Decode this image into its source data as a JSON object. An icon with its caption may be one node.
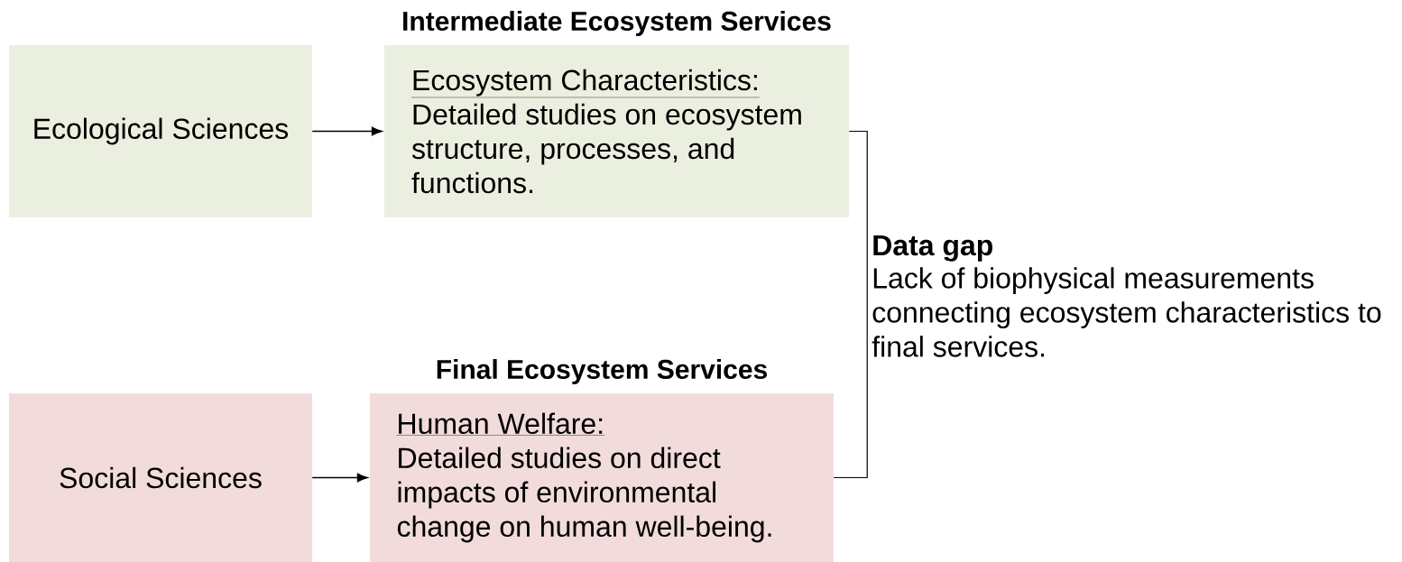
{
  "diagram": {
    "nodes": [
      {
        "text": [
          "Ecological Sciences"
        ]
      },
      {
        "text": [
          "Intermediate Ecosystem Services",
          "Ecosystem Characteristics:",
          "Detailed studies on ecosystem structure, processes, and functions."
        ]
      },
      {
        "text": [
          "Social Sciences"
        ]
      },
      {
        "text": [
          "Final Ecosystem Services",
          "Human Welfare:",
          "Detailed studies on direct impacts of environmental change on human well-being."
        ]
      }
    ],
    "edges": [
      {
        "from": 0,
        "to": 1,
        "arrow": "to"
      },
      {
        "from": 2,
        "to": 3,
        "arrow": "to"
      },
      {
        "from": 1,
        "to": 3,
        "arrow": "none"
      }
    ],
    "labels": [
      "Data gap",
      "Lack of biophysical measurements connecting ecosystem characteristics to final services."
    ]
  }
}
